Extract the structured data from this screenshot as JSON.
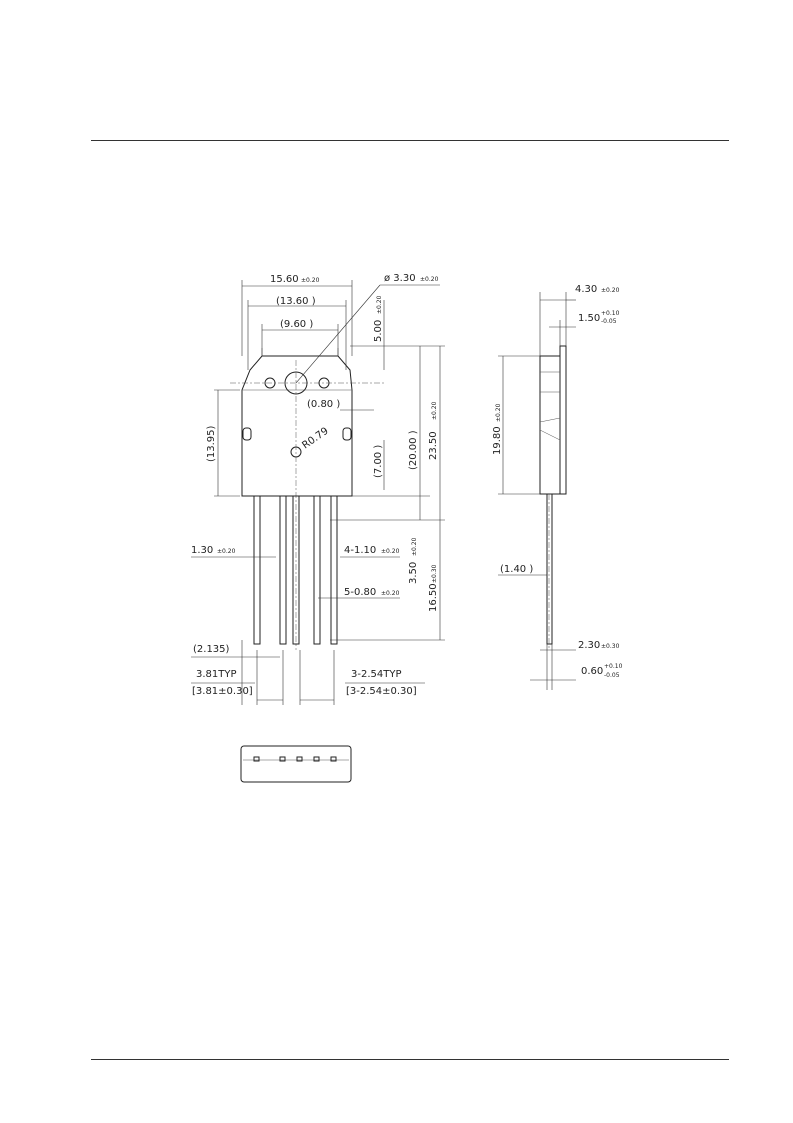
{
  "dimensions": {
    "width_top": "15.60",
    "width_top_tol": "±0.20",
    "width_mid": "(13.60 )",
    "width_inner": "(9.60 )",
    "hole_dia": "ø 3.30",
    "hole_dia_tol": "±0.20",
    "tab_height": "5.00",
    "tab_height_tol": "±0.20",
    "hole_offset": "(0.80 )",
    "body_height_ref": "(20.00 )",
    "body_height": "23.50",
    "body_height_tol": "±0.20",
    "left_height": "(13.95)",
    "radius": "R0.79",
    "lower_ref": "(7.00 )",
    "lead_width_1": "1.30",
    "lead_width_1_tol": "±0.20",
    "lead_width_4": "4-1.10",
    "lead_width_4_tol": "±0.20",
    "lead_width_5": "5-0.80",
    "lead_width_5_tol": "±0.20",
    "stub_length": "3.50",
    "stub_length_tol": "±0.20",
    "lead_length": "16.50",
    "lead_length_tol": "±0.30",
    "edge_offset": "(2.135)",
    "pitch_a": "3.81TYP",
    "pitch_a_tol": "[3.81±0.30]",
    "pitch_b": "3-2.54TYP",
    "pitch_b_tol": "[3-2.54±0.30]",
    "thickness": "4.30",
    "thickness_tol": "±0.20",
    "tab_thickness": "1.50",
    "tab_thickness_tol_plus": "+0.10",
    "tab_thickness_tol_minus": "-0.05",
    "side_height": "19.80",
    "side_height_tol": "±0.20",
    "side_lead_offset": "(1.40 )",
    "lead_offset": "2.30",
    "lead_offset_tol": "±0.30",
    "lead_thickness": "0.60",
    "lead_thickness_tol_plus": "+0.10",
    "lead_thickness_tol_minus": "-0.05"
  }
}
